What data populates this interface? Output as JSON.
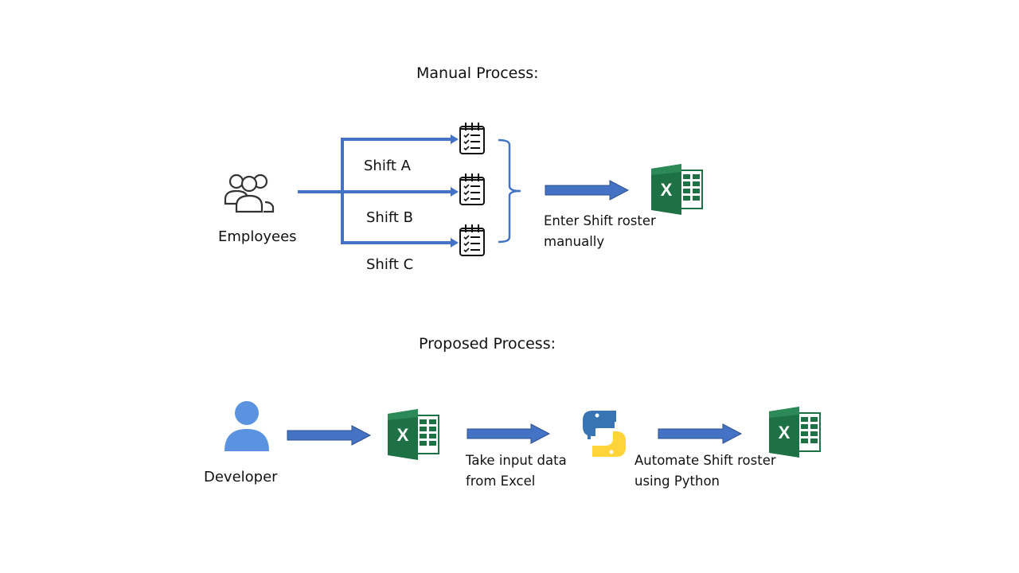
{
  "manual": {
    "title": "Manual Process:",
    "source_label": "Employees",
    "shifts": [
      "Shift A",
      "Shift B",
      "Shift C"
    ],
    "step_caption_line1": "Enter Shift roster",
    "step_caption_line2": "manually"
  },
  "proposed": {
    "title": "Proposed Process:",
    "source_label": "Developer",
    "step1_line1": "Take input data",
    "step1_line2": "from Excel",
    "step2_line1": "Automate Shift roster",
    "step2_line2": "using Python"
  },
  "colors": {
    "arrow_blue": "#4472C4",
    "excel_green": "#1E7145",
    "person_blue": "#5B93E0",
    "python_blue": "#3873B3",
    "python_yellow": "#FFD43B"
  }
}
